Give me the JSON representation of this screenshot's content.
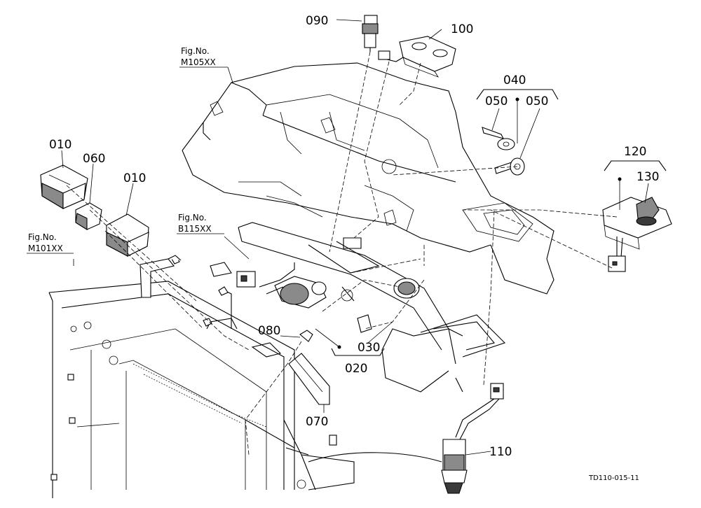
{
  "labels": {
    "p090": "090",
    "p100": "100",
    "p040": "040",
    "p050a": "050",
    "p050b": "050",
    "p120": "120",
    "p130": "130",
    "p010a": "010",
    "p060": "060",
    "p010b": "010",
    "p080": "080",
    "p030": "030",
    "p020": "020",
    "p070": "070",
    "p110": "110"
  },
  "figrefs": {
    "m105_title": "Fig.No.",
    "m105_code": "M105XX",
    "b115_title": "Fig.No.",
    "b115_code": "B115XX",
    "m101_title": "Fig.No.",
    "m101_code": "M101XX"
  },
  "drawing_code": "TD110-015-11"
}
